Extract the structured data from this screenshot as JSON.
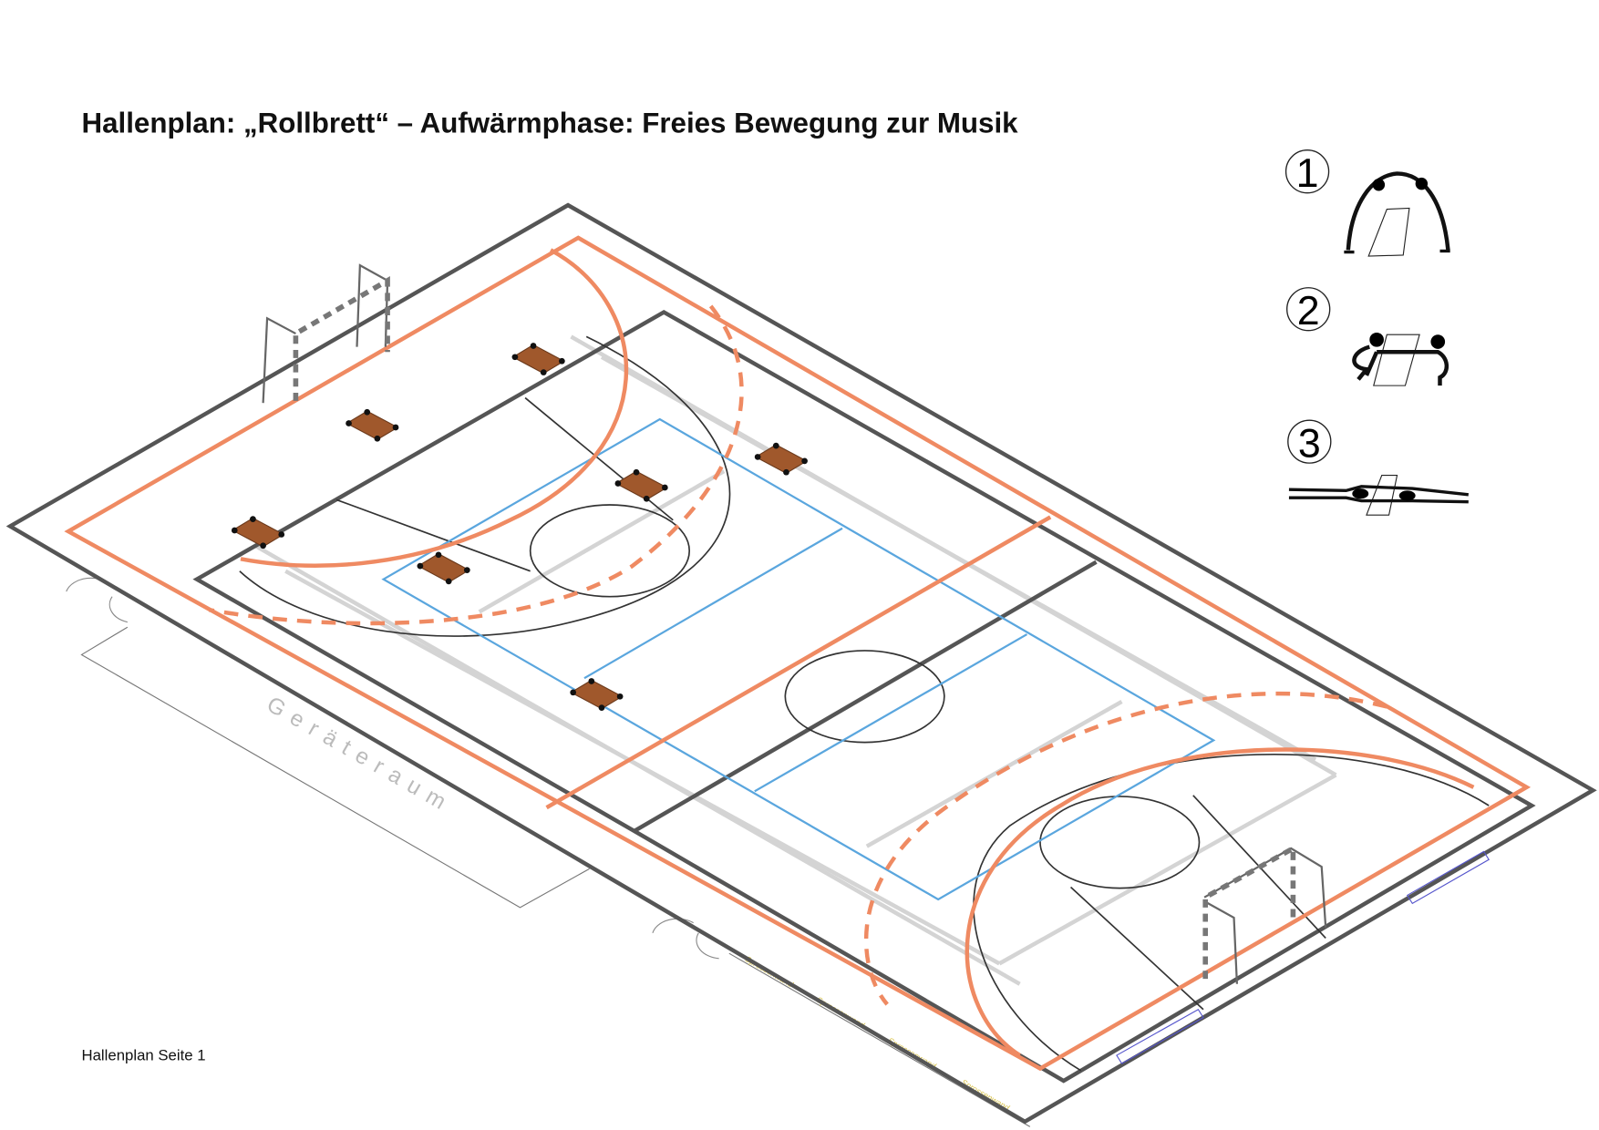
{
  "title": "Hallenplan: „Rollbrett“ – Aufwärmphase: Freies Bewegung zur Musik",
  "footer": "Hallenplan Seite 1",
  "room_label": "Geräteraum",
  "wall_bars_label": "Sprossenwand",
  "legend": [
    {
      "number": "1",
      "icon": "person-bridge-over-board-icon"
    },
    {
      "number": "2",
      "icon": "two-persons-crouching-board-icon"
    },
    {
      "number": "3",
      "icon": "lying-person-on-board-icon"
    }
  ],
  "colors": {
    "handball": "#ef8a62",
    "court_border": "#555555",
    "volleyball": "#5aa6de",
    "badminton": "#d0d0d0",
    "board": "#a0582c"
  },
  "boards_count": 7
}
